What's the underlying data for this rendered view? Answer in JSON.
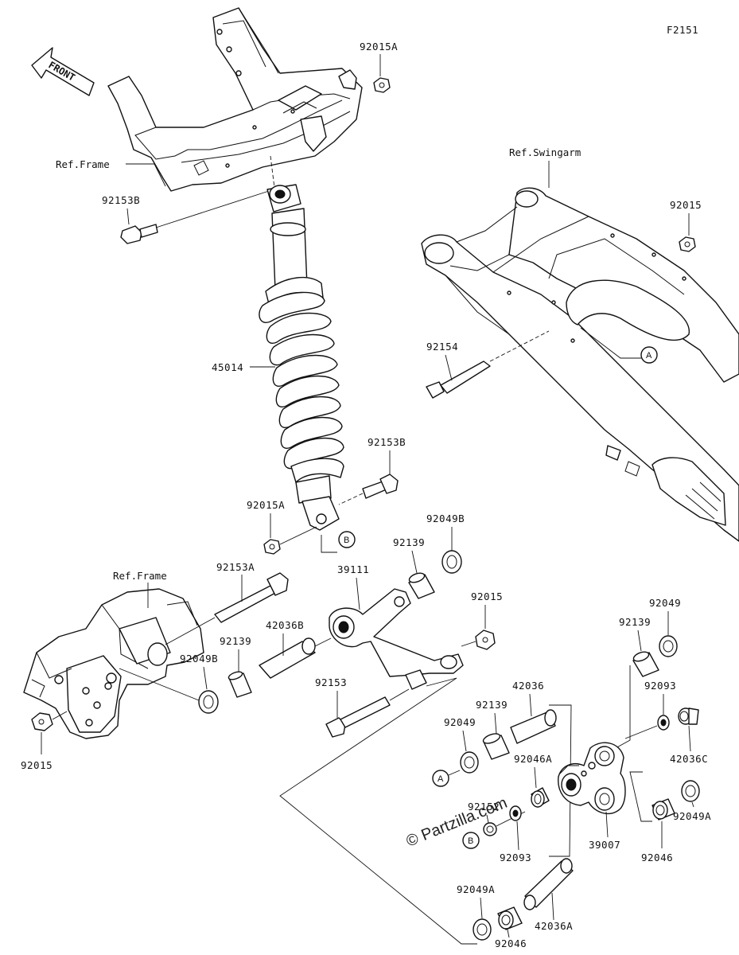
{
  "figure_code": "F2151",
  "front_label": "FRONT",
  "watermark": "© Partzilla.com",
  "references": {
    "frame_top": "Ref.Frame",
    "frame_bottom": "Ref.Frame",
    "swingarm": "Ref.Swingarm"
  },
  "callouts": {
    "a": "A",
    "b": "B"
  },
  "part_numbers": {
    "nut_92015A_top": "92015A",
    "bolt_92153B_top": "92153B",
    "shock_45014": "45014",
    "nut_92015_swingarm": "92015",
    "bolt_92154": "92154",
    "bolt_92153B_low": "92153B",
    "nut_92015A_low": "92015A",
    "seal_92049B_right": "92049B",
    "collar_92139_a": "92139",
    "rod_39111": "39111",
    "bolt_92153A": "92153A",
    "nut_92015_mid": "92015",
    "sleeve_42036B": "42036B",
    "collar_92139_b": "92139",
    "seal_92049B_left": "92049B",
    "nut_92015_left": "92015",
    "bolt_92153": "92153",
    "seal_92049_right": "92049",
    "collar_92139_c": "92139",
    "ring_92093_right": "92093",
    "sleeve_42036": "42036",
    "collar_92139_d": "92139",
    "seal_92049_left": "92049",
    "bearing_92046A": "92046A",
    "collar_42036C": "42036C",
    "bolt_92152": "92152",
    "rocker_39007": "39007",
    "ring_92093_low": "92093",
    "bearing_92046_right": "92046",
    "seal_92049A_right": "92049A",
    "seal_92049A_low": "92049A",
    "sleeve_42036A": "42036A",
    "bearing_92046_low": "92046"
  }
}
